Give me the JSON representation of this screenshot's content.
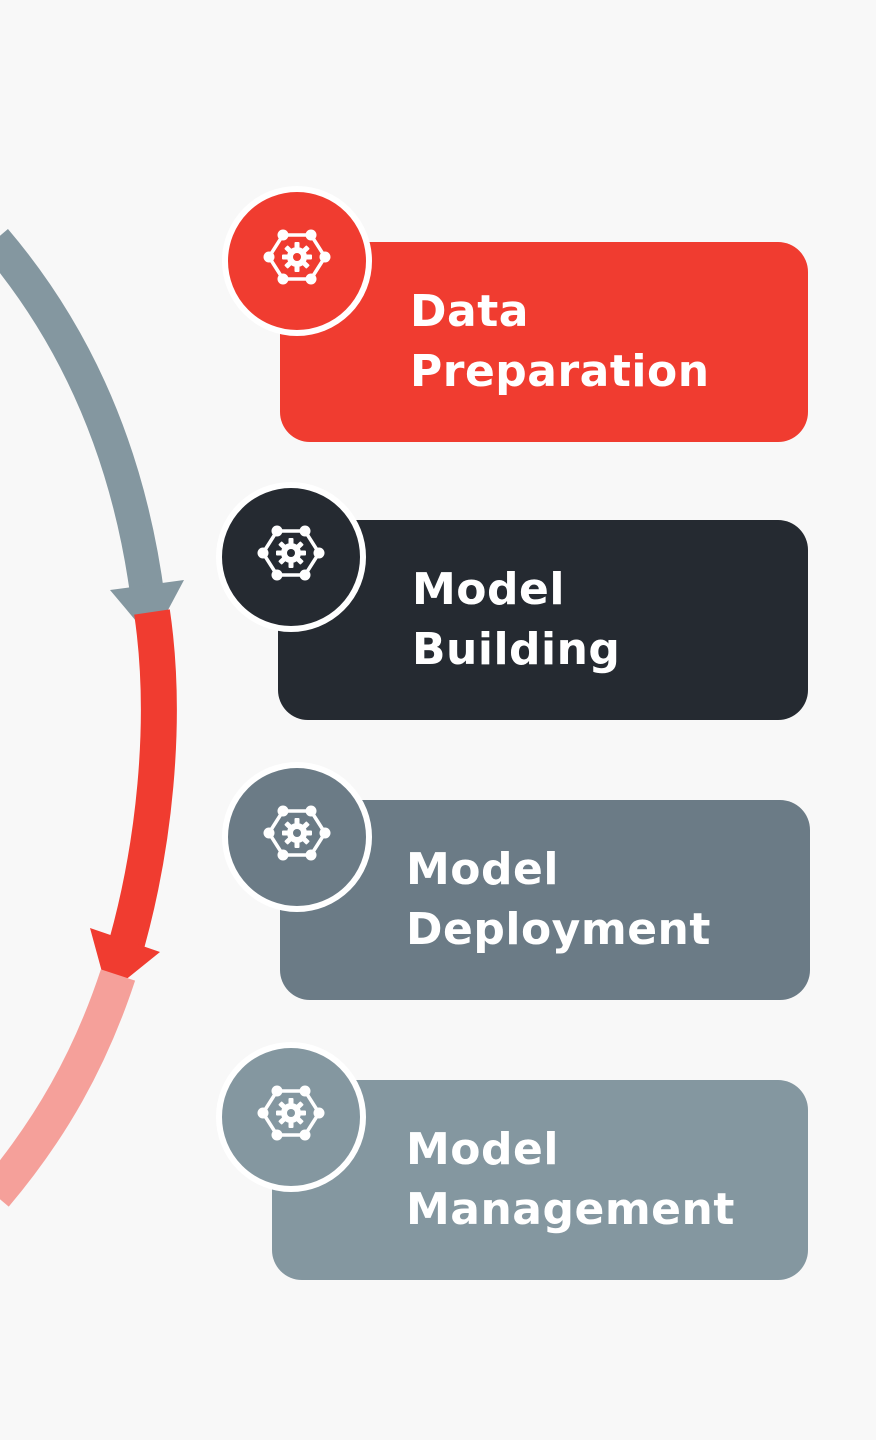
{
  "colors": {
    "background": "#f8f8f8",
    "accent_red": "#f03c30",
    "dark": "#252a31",
    "slate": "#6b7b86",
    "light_slate": "#8497a0",
    "arrow_gray": "#8497a0",
    "arrow_red": "#f03c30",
    "arrow_pink": "#f5a09a"
  },
  "stages": [
    {
      "line1": "Data",
      "line2": "Preparation",
      "icon": "gear-network-icon",
      "color": "#f03c30"
    },
    {
      "line1": "Model",
      "line2": "Building",
      "icon": "gear-network-icon",
      "color": "#252a31"
    },
    {
      "line1": "Model",
      "line2": "Deployment",
      "icon": "gear-network-icon",
      "color": "#6b7b86"
    },
    {
      "line1": "Model",
      "line2": "Management",
      "icon": "gear-network-icon",
      "color": "#8497a0"
    }
  ]
}
